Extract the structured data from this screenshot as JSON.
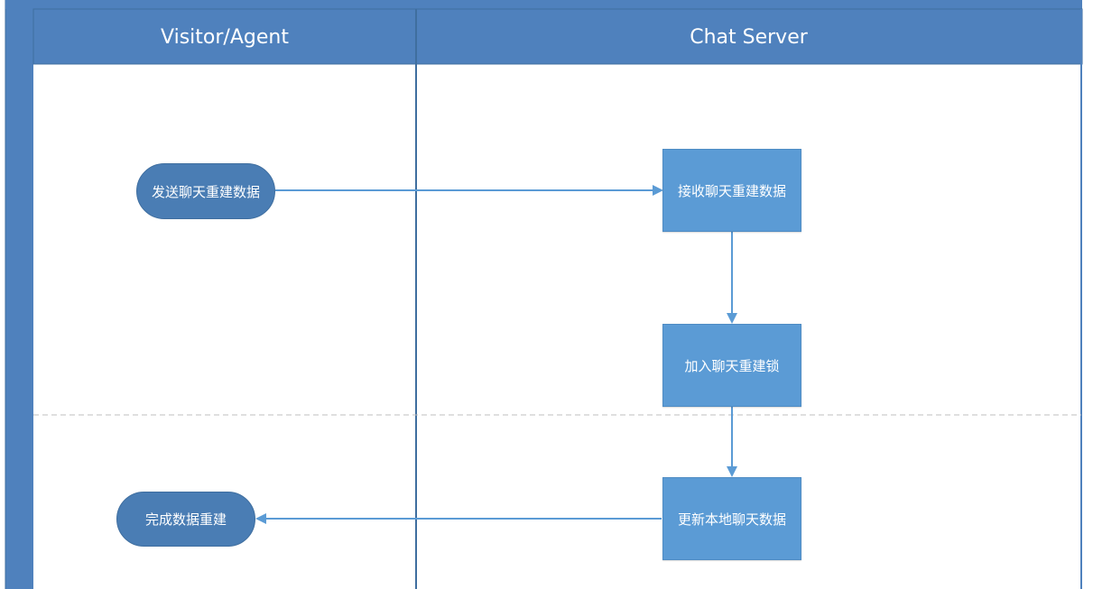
{
  "lanes": {
    "left": {
      "title": "Visitor/Agent"
    },
    "right": {
      "title": "Chat Server"
    }
  },
  "nodes": {
    "send_rebuild": "发送聊天重建数据",
    "receive_rebuild": "接收聊天重建数据",
    "add_lock": "加入聊天重建锁",
    "update_local": "更新本地聊天数据",
    "finish_rebuild": "完成数据重建"
  },
  "colors": {
    "frame": "#4f81bd",
    "frame_border": "#3f6e9f",
    "terminal_fill": "#4a7db4",
    "process_fill": "#5b9bd5",
    "connector": "#5b9bd5",
    "phase_separator": "#bfbfbf"
  }
}
